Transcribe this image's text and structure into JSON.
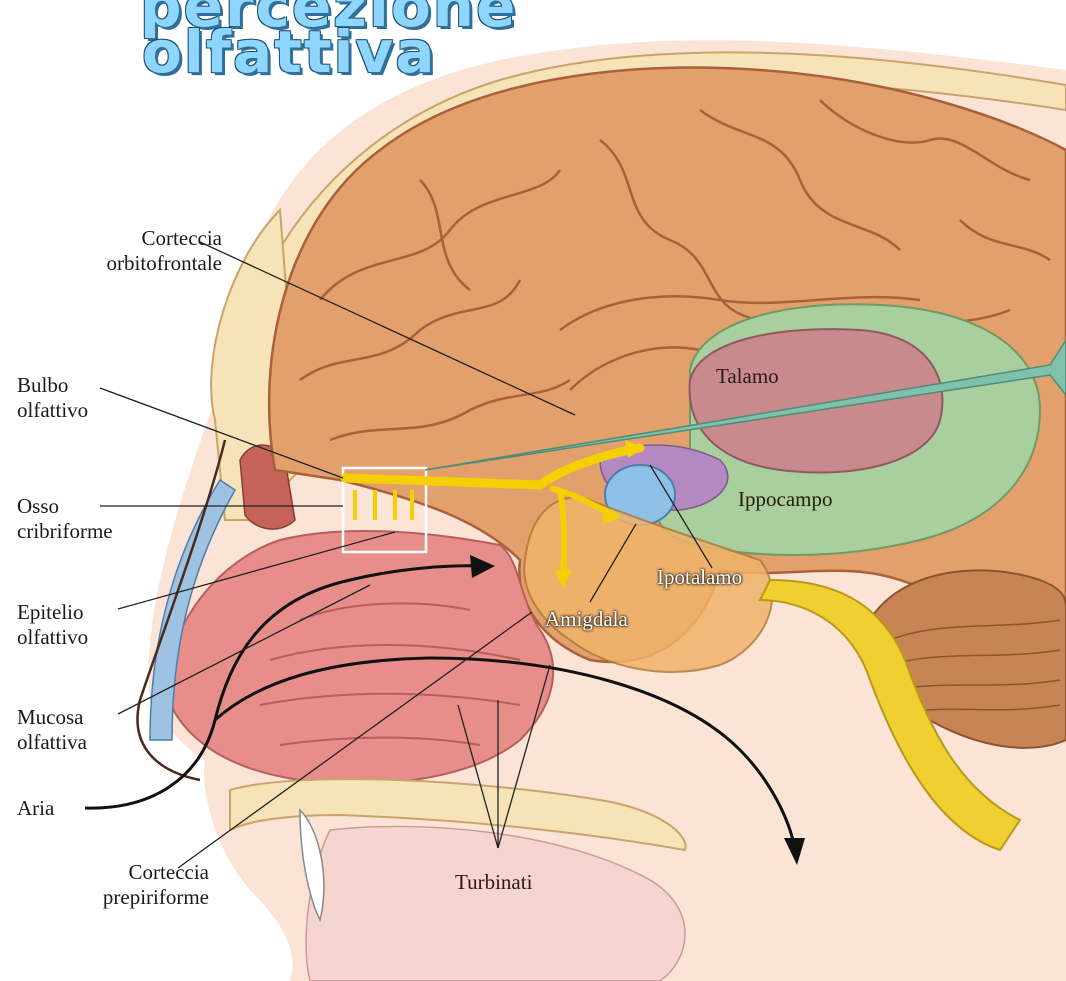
{
  "title": {
    "line1": "percezione",
    "line2": "olfattiva"
  },
  "labels": {
    "corteccia_orbitofrontale": [
      "Corteccia",
      "orbitofrontale"
    ],
    "bulbo_olfattivo": [
      "Bulbo",
      "olfattivo"
    ],
    "osso_cribriforme": [
      "Osso",
      "cribriforme"
    ],
    "epitelio_olfattivo": [
      "Epitelio",
      "olfattivo"
    ],
    "mucosa_olfattiva": [
      "Mucosa",
      "olfattiva"
    ],
    "aria": "Aria",
    "corteccia_prepiriforme": [
      "Corteccia",
      "prepiriforme"
    ],
    "talamo": "Talamo",
    "ippocampo": "Ippocampo",
    "ipotalamo": "Ipotalamo",
    "amigdala": "Amigdala",
    "turbinati": "Turbinati"
  },
  "colors": {
    "brain": "#e3a06c",
    "brain_dark": "#a8613a",
    "thalamus": "#c98a8e",
    "limbic": "#a9cf9e",
    "amygdala": "#8fc1e8",
    "olfactory_path": "#f5d000",
    "nasal_mucosa": "#e88e8a",
    "skull": "#f6e4b8",
    "cerebellum": "#c98456",
    "spinal": "#f0d030",
    "pointer": "#7fc1ab"
  }
}
